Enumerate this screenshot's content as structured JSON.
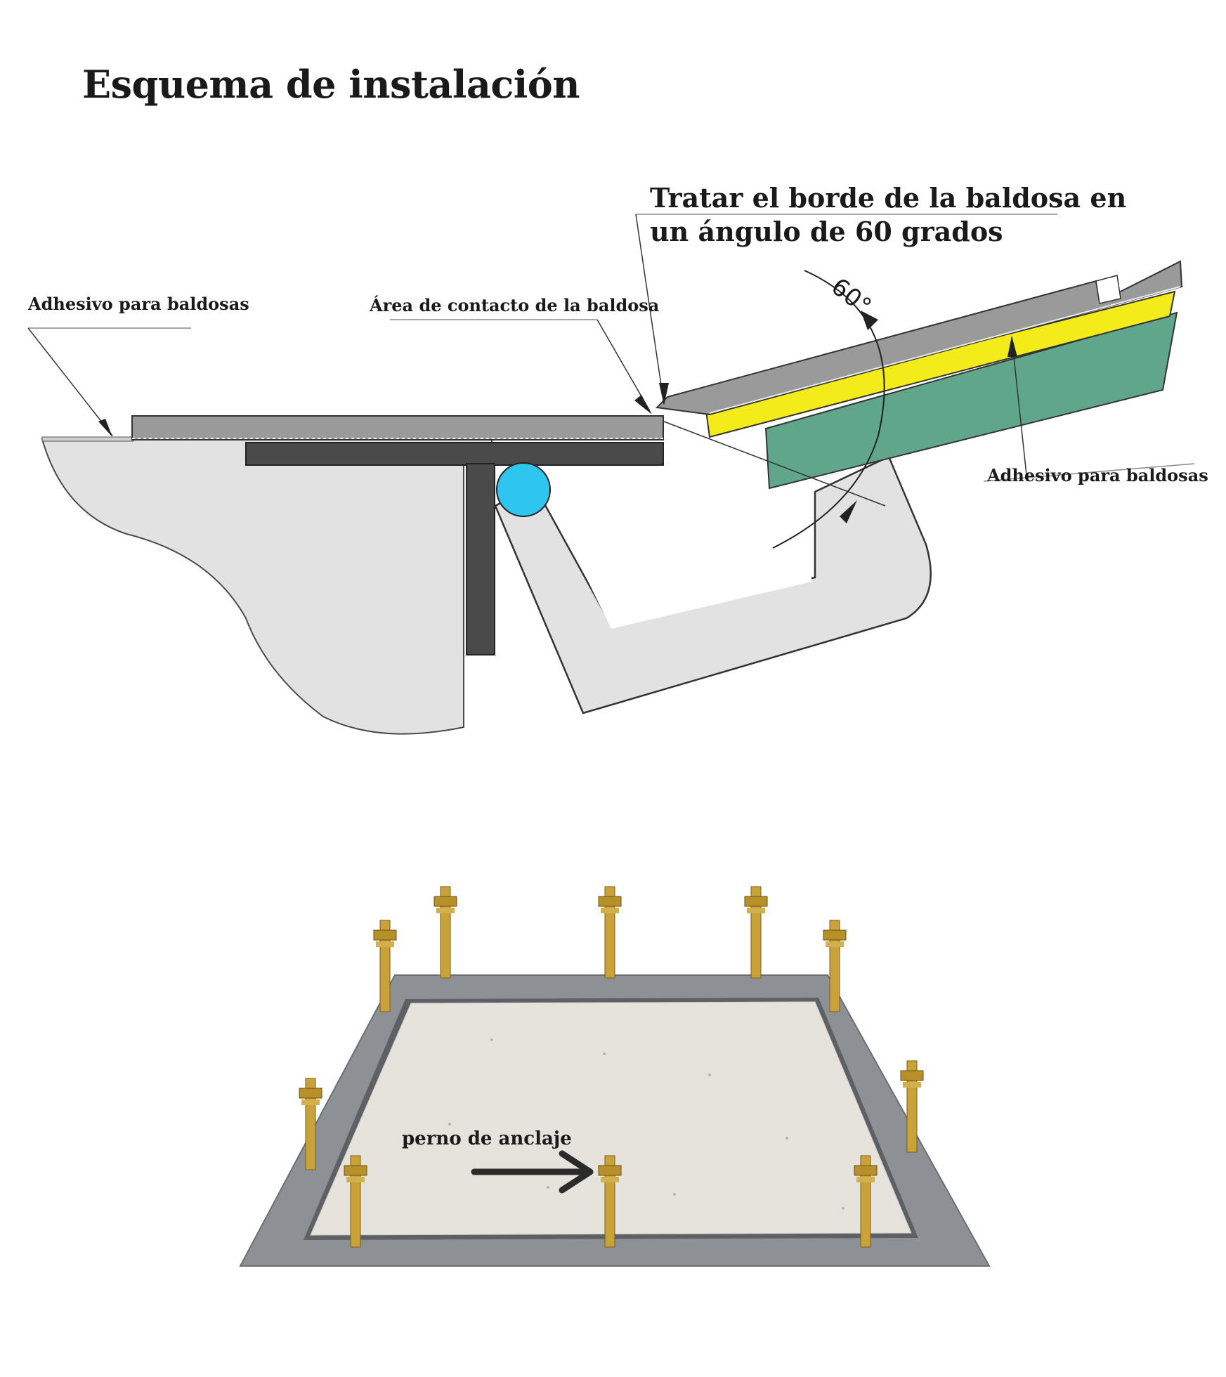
{
  "title": "Esquema de instalación",
  "labels": {
    "adhesive_left": "Adhesivo para baldosas",
    "contact_area": "Área de contacto de la baldosa",
    "bevel_line1": "Tratar el borde de la baldosa en",
    "bevel_line2": "un ángulo de 60 grados",
    "angle": "60°",
    "adhesive_right": "Adhesivo para baldosas",
    "anchor_bolt": "perno de anclaje"
  },
  "colors": {
    "tile_gray": "#9a9a9a",
    "frame_dark": "#4a4a4a",
    "body_light": "#e2e2e2",
    "gasket": "#2ec6ee",
    "adhesive_yellow": "#f4ec1a",
    "board_green": "#5fa68b",
    "steel_frame": "#8d9196",
    "bolt_brass": "#c9a23a"
  }
}
